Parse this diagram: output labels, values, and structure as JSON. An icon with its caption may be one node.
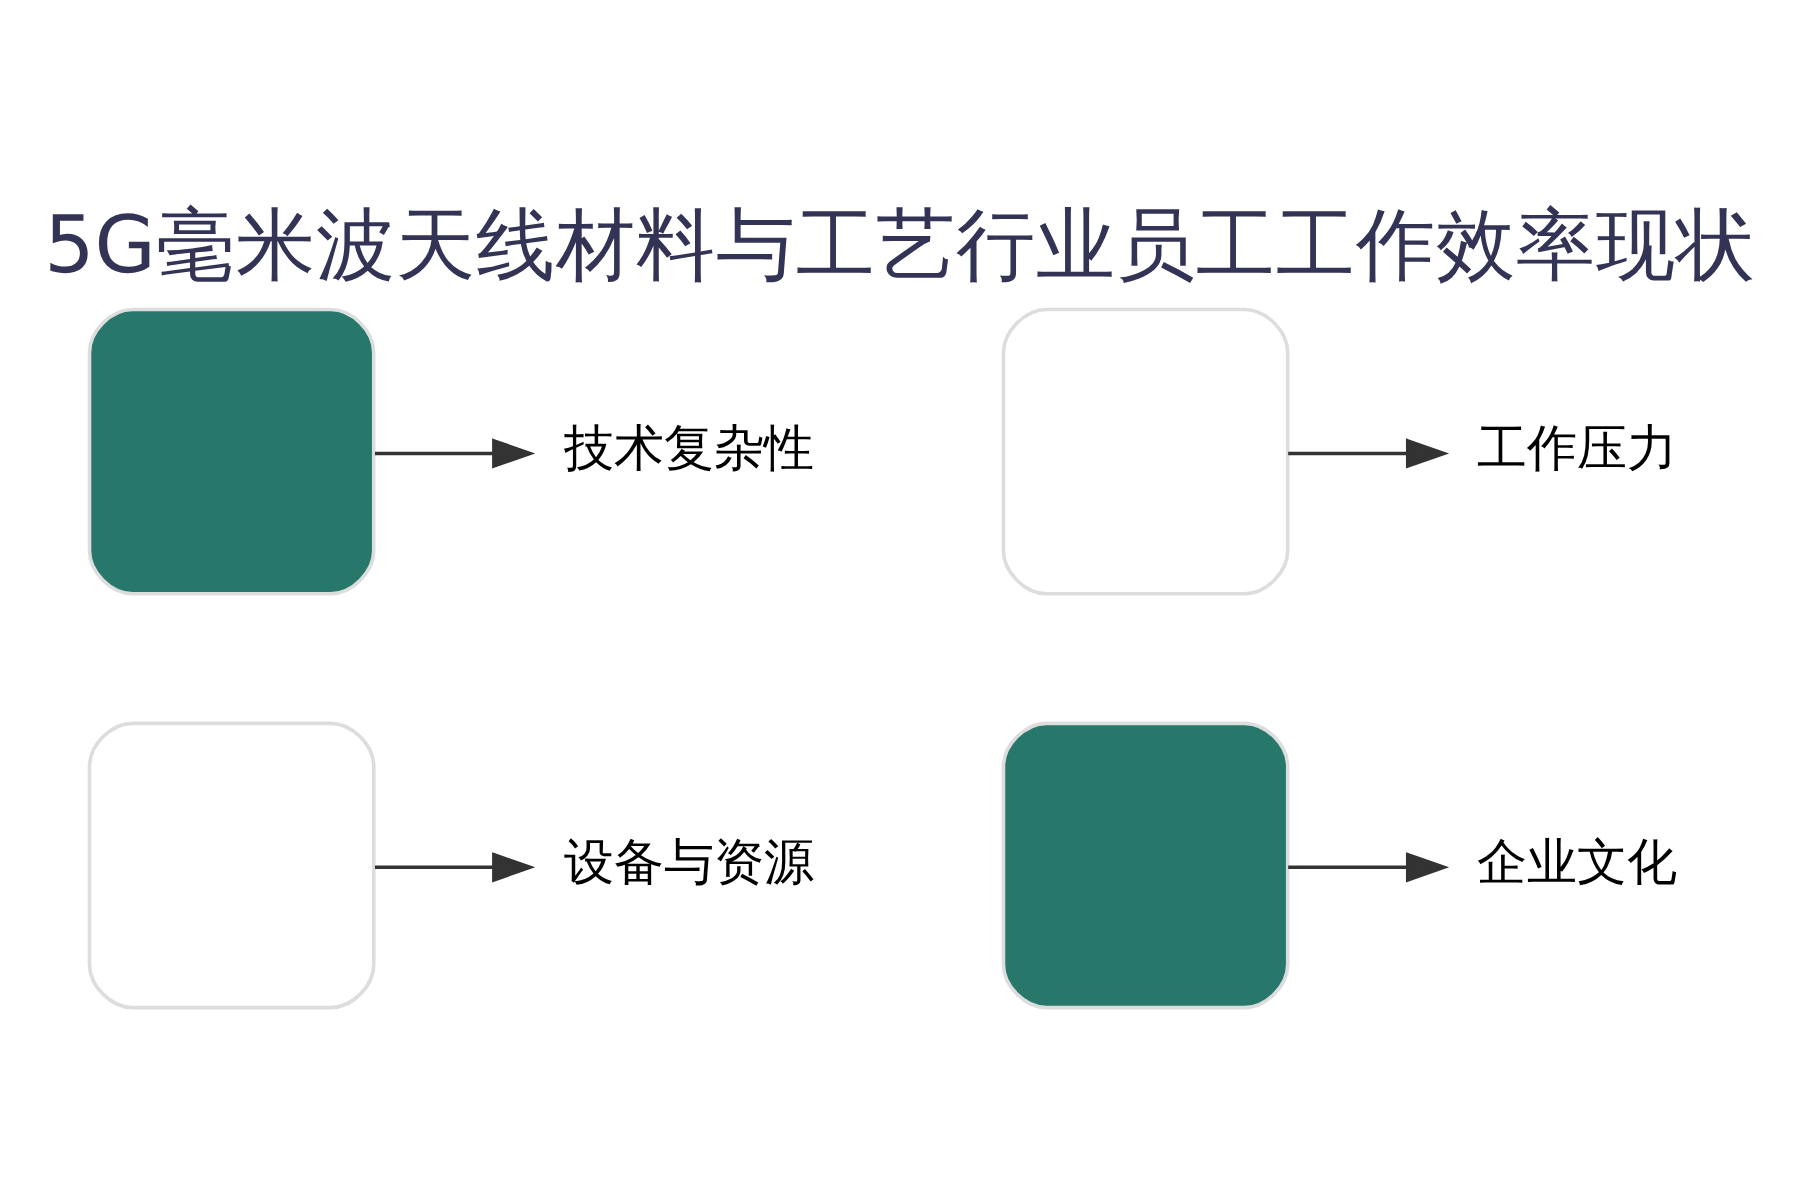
{
  "diagram": {
    "title": "5G毫米波天线材料与工艺行业员工工作效率现状",
    "nodes": [
      {
        "text": [
          "技术复杂性"
        ]
      },
      {
        "text": [],
        "shape": "box"
      },
      {
        "text": [],
        "shape": "box"
      },
      {
        "text": [
          "工作压力"
        ]
      },
      {
        "text": [
          "设备与资源"
        ]
      },
      {
        "text": [],
        "shape": "box"
      },
      {
        "text": [],
        "shape": "box"
      },
      {
        "text": [
          "企业文化"
        ]
      }
    ],
    "edges": [
      {
        "from": 1,
        "to": 0,
        "arrow": "to"
      },
      {
        "from": 2,
        "to": 3,
        "arrow": "to"
      },
      {
        "from": 5,
        "to": 4,
        "arrow": "to"
      },
      {
        "from": 6,
        "to": 7,
        "arrow": "to"
      }
    ]
  }
}
